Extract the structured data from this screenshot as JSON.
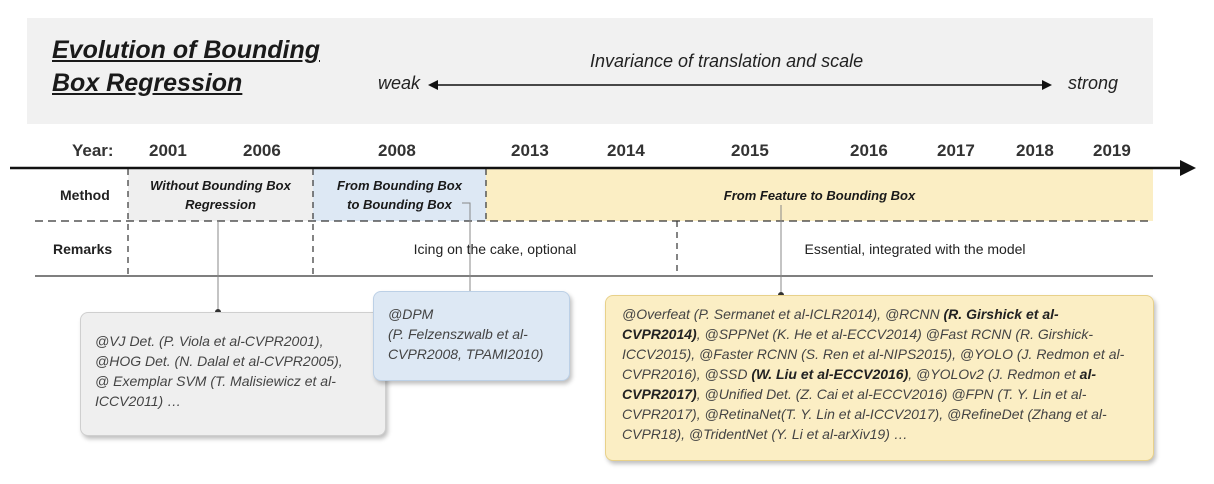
{
  "title": "Evolution of Bounding\nBox Regression",
  "invariance": {
    "label": "Invariance of translation and scale",
    "weak": "weak",
    "strong": "strong"
  },
  "timeline": {
    "year_label": "Year:",
    "years": [
      "2001",
      "2006",
      "2008",
      "2013",
      "2014",
      "2015",
      "2016",
      "2017",
      "2018",
      "2019"
    ]
  },
  "rows": {
    "method_label": "Method",
    "remarks_label": "Remarks",
    "methods": [
      "Without Bounding Box\nRegression",
      "From Bounding Box\nto Bounding Box",
      "From Feature to Bounding Box"
    ],
    "remarks": [
      "Icing on the cake, optional",
      "Essential, integrated with the model"
    ]
  },
  "callouts": {
    "c1": [
      "@VJ Det. (P. Viola et al-CVPR2001),",
      "@HOG Det. (N. Dalal et al-CVPR2005),",
      "@ Exemplar SVM (T. Malisiewicz et al-",
      "ICCV2011) …"
    ],
    "c2": [
      "@DPM",
      "(P. Felzenszwalb et al-",
      "CVPR2008, TPAMI2010)"
    ],
    "c3": [
      {
        "t": "@Overfeat (P. Sermanet et al-ICLR2014), @RCNN ",
        "b": false
      },
      {
        "t": "(R. Girshick et al-",
        "b": true
      },
      {
        "t": " ",
        "b": false
      },
      {
        "t": "CVPR2014)",
        "b": true
      },
      {
        "t": ", @SPPNet (K. He et al-ECCV2014) @Fast RCNN (R. Girshick-ICCV2015), @Faster RCNN (S. Ren et al-NIPS2015), @YOLO (J. Redmon et al-CVPR2016), @SSD ",
        "b": false
      },
      {
        "t": "(W. Liu et al-ECCV2016)",
        "b": true
      },
      {
        "t": ", @YOLOv2 (J. Redmon et ",
        "b": false
      },
      {
        "t": "al-CVPR2017)",
        "b": true
      },
      {
        "t": ", @Unified Det. (Z. Cai et al-ECCV2016) @FPN (T. Y. Lin et al-CVPR2017), @RetinaNet(T. Y. Lin et al-ICCV2017), @RefineDet (Zhang et al-CVPR18), @TridentNet (Y. Li et al-arXiv19)  …",
        "b": false
      }
    ]
  },
  "colors": {
    "band": "#f1f1f1",
    "method_gray": "#efefef",
    "method_blue": "#dde8f4",
    "method_yellow": "#fbeec4",
    "line": "#111111"
  }
}
